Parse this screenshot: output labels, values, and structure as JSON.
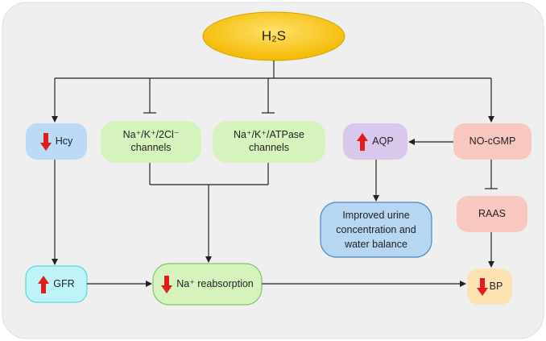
{
  "nodes": {
    "h2s": "H₂S",
    "hcy": "Hcy",
    "nkcc": "Na⁺/K⁺/2Cl⁻ channels",
    "nka": "Na⁺/K⁺/ATPase channels",
    "aqp": "AQP",
    "nocgmp": "NO-cGMP",
    "improved": "Improved urine concentration and water balance",
    "raas": "RAAS",
    "gfr": "GFR",
    "na_reabs": "Na⁺ reabsorption",
    "bp": "BP"
  },
  "indicators": {
    "hcy": "down",
    "aqp": "up",
    "gfr": "up",
    "na_reabs": "down",
    "bp": "down"
  },
  "colors": {
    "background_panel": "#efefef",
    "h2s_fill": "#f7c21a",
    "blue_node": "#bcd9f5",
    "green_node": "#d6f2bd",
    "purple_node": "#d9c7ec",
    "red_node": "#f8c7c0",
    "improved_node": "#b7d6f2",
    "cyan_node": "#bff4f7",
    "orange_node": "#fde3b4",
    "indicator_red": "#e21b1b",
    "line": "#222222"
  }
}
